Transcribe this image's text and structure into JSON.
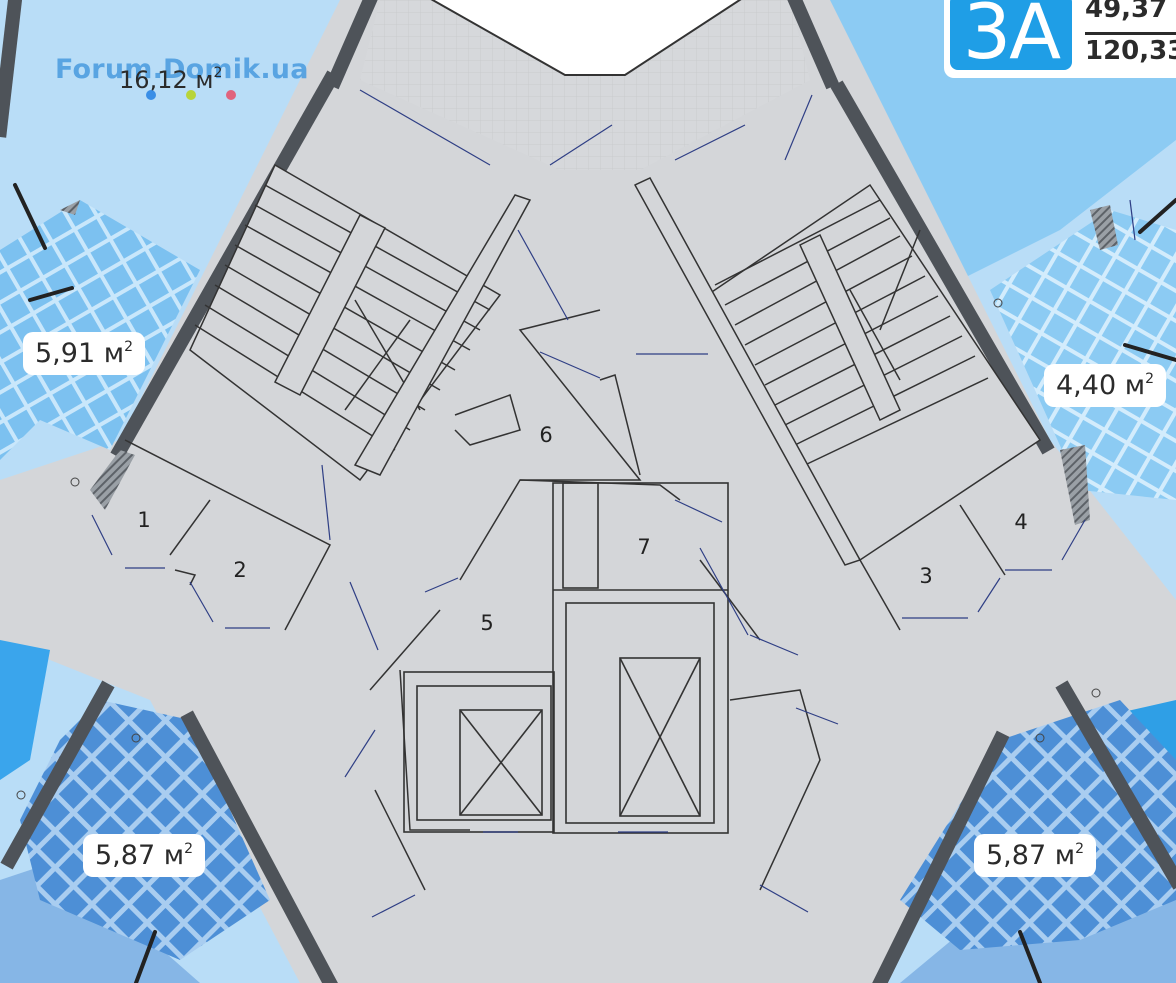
{
  "watermark": "Forum.Domik.ua",
  "badge": {
    "section": "3A",
    "area_top": "49,37",
    "area_bottom": "120,33"
  },
  "areas": {
    "top_left": "16,12 м",
    "left_balcony": "5,91 м",
    "right_balcony": "4,40 м",
    "bottom_left": "5,87 м",
    "bottom_right": "5,87 м",
    "unit_sup": "2"
  },
  "rooms": [
    "1",
    "2",
    "3",
    "4",
    "5",
    "6",
    "7"
  ],
  "colors": {
    "sky": "#b9ddf7",
    "hall": "#d4d6d9",
    "wall": "#555a60",
    "tile_light": "#7cc1f0",
    "tile_dark": "#4d8fd6",
    "badge": "#1f9ee6",
    "dots": [
      "#3a8ee6",
      "#b8d43a",
      "#e0637d"
    ]
  }
}
